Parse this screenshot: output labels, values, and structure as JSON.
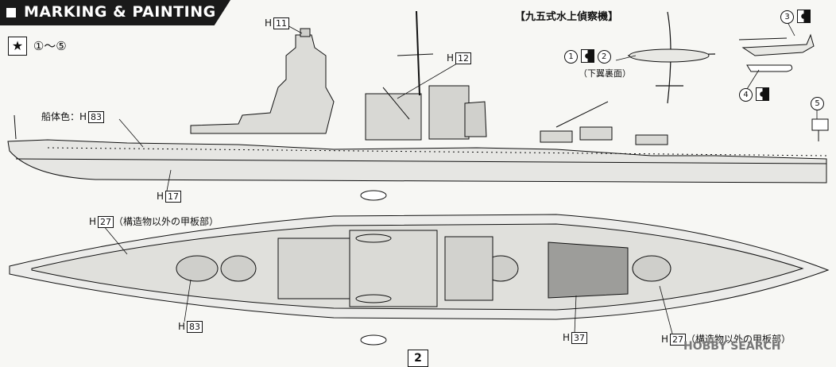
{
  "header": {
    "title": "MARKING & PAINTING"
  },
  "markings_range": {
    "star_symbol": "★",
    "text": "①～⑤"
  },
  "aircraft": {
    "title": "【九五式水上偵察機】",
    "underside_note": "（下翼裏面）"
  },
  "callouts": {
    "h11": {
      "prefix": "H",
      "code": "11"
    },
    "h12": {
      "prefix": "H",
      "code": "12"
    },
    "hull_color": {
      "text": "船体色：H",
      "code": "83"
    },
    "h17": {
      "prefix": "H",
      "code": "17"
    },
    "h27_top": {
      "prefix": "H",
      "code": "27",
      "note": "（構造物以外の甲板部）"
    },
    "h83_bottom": {
      "prefix": "H",
      "code": "83"
    },
    "h37": {
      "prefix": "H",
      "code": "37"
    },
    "h27_bottom": {
      "prefix": "H",
      "code": "27",
      "note": "（構造物以外の甲板部）"
    }
  },
  "markers": {
    "m1": "1",
    "m2": "2",
    "m3": "3",
    "m4": "4",
    "m5": "5"
  },
  "page_number": "2",
  "watermark": "HOBBY SEARCH"
}
